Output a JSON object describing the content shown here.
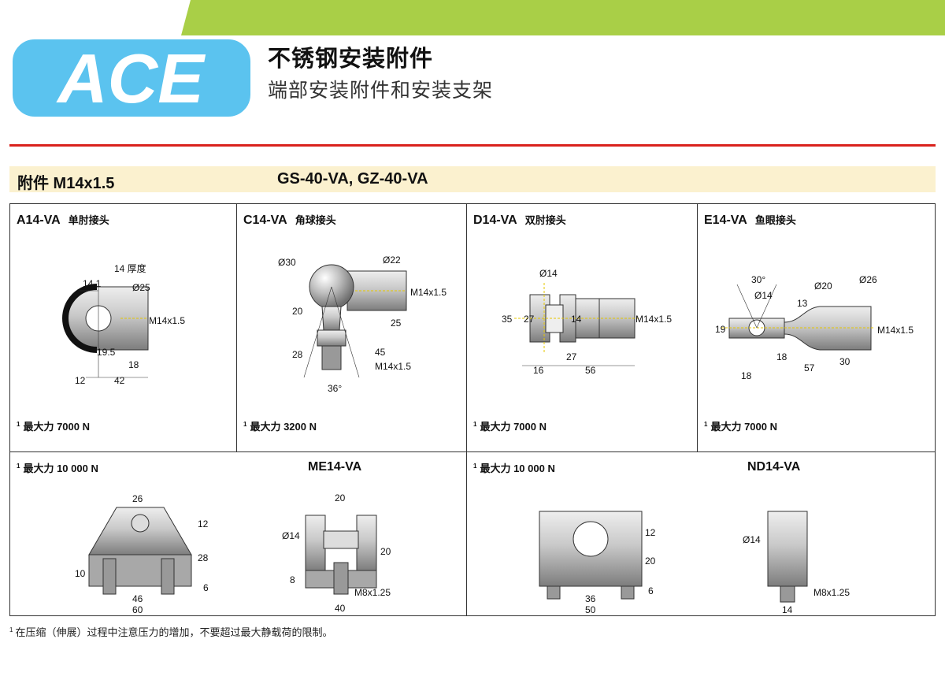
{
  "header": {
    "logo_text": "ACE",
    "title": "不锈钢安装附件",
    "subtitle": "端部安装附件和安装支架"
  },
  "section": {
    "left": "附件 M14x1.5",
    "right": "GS-40-VA, GZ-40-VA"
  },
  "cells": {
    "a14": {
      "code": "A14-VA",
      "name": "单肘接头",
      "note": "最大力 7000 N",
      "dims": {
        "d1": "14 厚度",
        "d2": "14.1",
        "d3": "Ø25",
        "d4": "M14x1.5",
        "d5": "19.5",
        "d6": "18",
        "d7": "12",
        "d8": "42"
      }
    },
    "c14": {
      "code": "C14-VA",
      "name": "角球接头",
      "note": "最大力 3200 N",
      "dims": {
        "d1": "Ø30",
        "d2": "Ø22",
        "d3": "M14x1.5",
        "d4": "20",
        "d5": "25",
        "d6": "28",
        "d7": "45",
        "d8": "M14x1.5",
        "d9": "36°"
      }
    },
    "d14": {
      "code": "D14-VA",
      "name": "双肘接头",
      "note": "最大力 7000 N",
      "dims": {
        "d1": "Ø14",
        "d2": "35",
        "d3": "27",
        "d4": "14",
        "d5": "M14x1.5",
        "d6": "27",
        "d7": "16",
        "d8": "56"
      }
    },
    "e14": {
      "code": "E14-VA",
      "name": "鱼眼接头",
      "note": "最大力 7000 N",
      "dims": {
        "d1": "30°",
        "d2": "Ø14",
        "d3": "Ø20",
        "d4": "Ø26",
        "d5": "13",
        "d6": "19",
        "d7": "M14x1.5",
        "d8": "18",
        "d9": "18",
        "d10": "57",
        "d11": "30"
      }
    },
    "me14": {
      "code": "ME14-VA",
      "note": "最大力 10 000 N",
      "dims": {
        "d1": "26",
        "d2": "12",
        "d3": "28",
        "d4": "10",
        "d5": "6",
        "d6": "46",
        "d7": "60",
        "e1": "20",
        "e2": "Ø14",
        "e3": "20",
        "e4": "8",
        "e5": "M8x1.25",
        "e6": "40"
      }
    },
    "nd14": {
      "code": "ND14-VA",
      "note": "最大力 10 000 N",
      "dims": {
        "d1": "12",
        "d2": "20",
        "d3": "6",
        "d4": "36",
        "d5": "50",
        "e1": "Ø14",
        "e2": "M8x1.25",
        "e3": "14"
      }
    }
  },
  "footnote": "在压缩（伸展）过程中注意压力的增加，不要超过最大静载荷的限制。",
  "footnote_mark": "1",
  "colors": {
    "brand_blue": "#5bc3ef",
    "green": "#a9cf47",
    "red": "#d9221c",
    "bar": "#fbf1cf"
  }
}
